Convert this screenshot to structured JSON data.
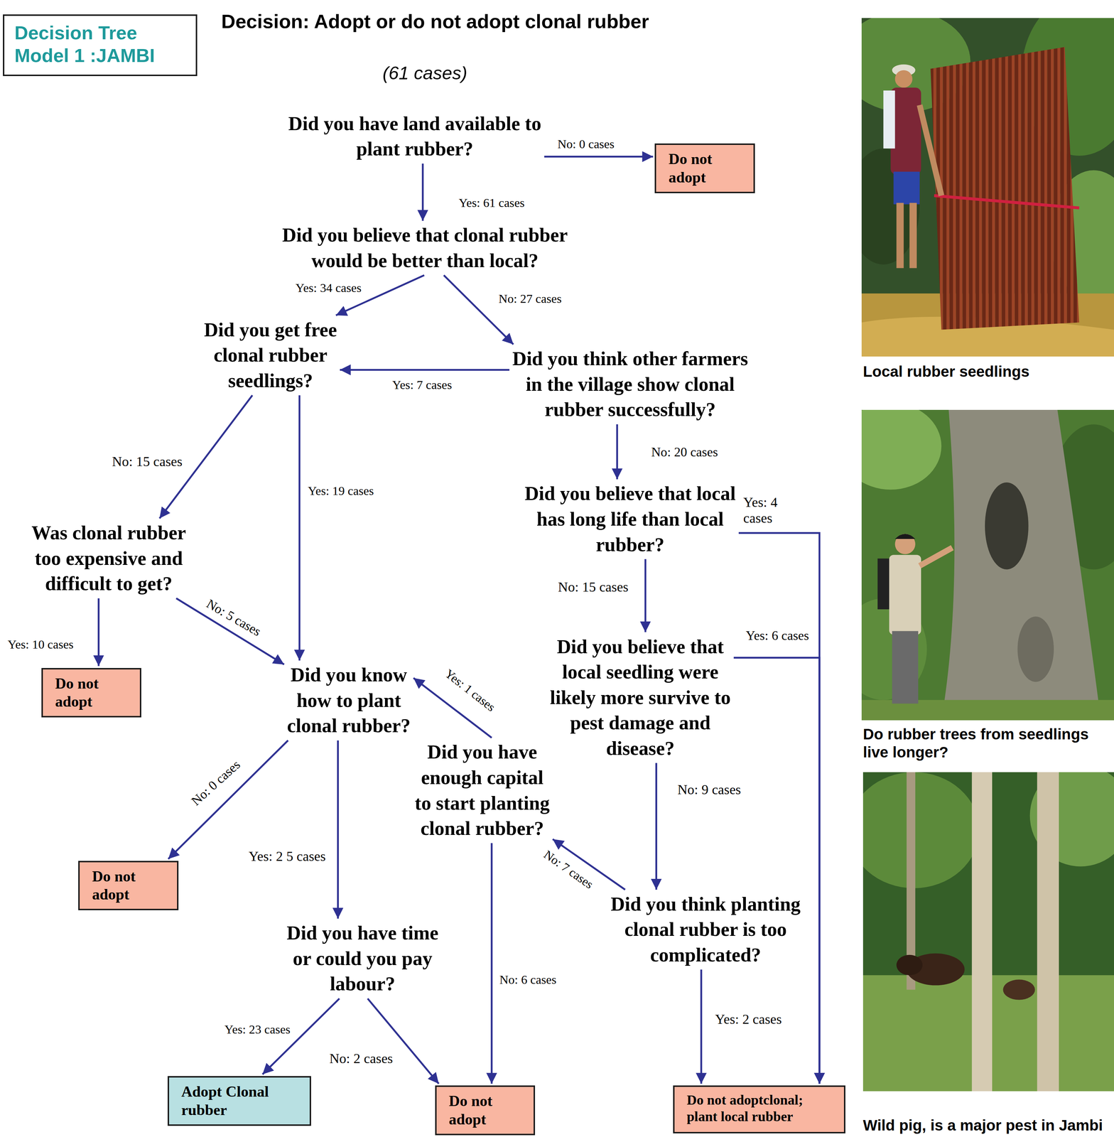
{
  "diagram": {
    "title": "Decision: Adopt or do not adopt clonal rubber",
    "nodes": [
      {
        "text": [
          "Decision Tree Model 1 :JAMBI"
        ]
      },
      {
        "text": [
          "Did you have land available to plant rubber?"
        ]
      },
      {
        "text": [
          "Do not adopt"
        ]
      },
      {
        "text": [
          "Did you believe that clonal rubber would be better than local?"
        ]
      },
      {
        "text": [
          "Did you get free clonal rubber seedlings?"
        ]
      },
      {
        "text": [
          "Did you think other farmers in the village show clonal rubber successfully?"
        ]
      },
      {
        "text": [
          "Was clonal rubber too expensive and difficult to get?"
        ]
      },
      {
        "text": [
          "Do not adopt"
        ]
      },
      {
        "text": [
          "Did you believe that local has long life than local rubber?"
        ]
      },
      {
        "text": [
          "Did you know how to plant clonal rubber?"
        ]
      },
      {
        "text": [
          "Did you believe that local seedling were likely more survive to pest damage and disease?"
        ]
      },
      {
        "text": [
          "Did you have enough capital to start planting clonal rubber?"
        ]
      },
      {
        "text": [
          "Do not adopt"
        ]
      },
      {
        "text": [
          "Did you think planting clonal rubber is too complicated?"
        ]
      },
      {
        "text": [
          "Did you have time or could you pay labour?"
        ]
      },
      {
        "text": [
          "Adopt Clonal rubber"
        ]
      },
      {
        "text": [
          "Do not adopt"
        ]
      },
      {
        "text": [
          "Do not adoptclonal; plant local rubber"
        ]
      }
    ],
    "edges": [
      {
        "from": 1,
        "to": 2,
        "label": "No: 0 cases",
        "arrow": "to"
      },
      {
        "from": 1,
        "to": 3,
        "label": "Yes: 61 cases",
        "arrow": "to"
      },
      {
        "from": 3,
        "to": 4,
        "label": "Yes: 34 cases",
        "arrow": "to"
      },
      {
        "from": 3,
        "to": 5,
        "label": "No: 27 cases",
        "arrow": "to"
      },
      {
        "from": 5,
        "to": 4,
        "label": "Yes: 7 cases",
        "arrow": "to"
      },
      {
        "from": 4,
        "to": 6,
        "label": "No: 15 cases",
        "arrow": "to"
      },
      {
        "from": 4,
        "to": 9,
        "label": "Yes: 19 cases",
        "arrow": "to"
      },
      {
        "from": 5,
        "to": 8,
        "label": "No: 20 cases",
        "arrow": "to"
      },
      {
        "from": 6,
        "to": 7,
        "label": "Yes: 10 cases",
        "arrow": "to"
      },
      {
        "from": 6,
        "to": 9,
        "label": "No: 5 cases",
        "arrow": "to"
      },
      {
        "from": 8,
        "to": 17,
        "label": "Yes: 4 cases",
        "arrow": "to"
      },
      {
        "from": 8,
        "to": 10,
        "label": "No: 15 cases",
        "arrow": "to"
      },
      {
        "from": 10,
        "to": 17,
        "label": "Yes: 6 cases",
        "arrow": "to"
      },
      {
        "from": 10,
        "to": 13,
        "label": "No: 9 cases",
        "arrow": "to"
      },
      {
        "from": 11,
        "to": 9,
        "label": "Yes: 1 cases",
        "arrow": "to"
      },
      {
        "from": 9,
        "to": 12,
        "label": "No: 0 cases",
        "arrow": "to"
      },
      {
        "from": 9,
        "to": 14,
        "label": "Yes: 2 5 cases",
        "arrow": "to"
      },
      {
        "from": 13,
        "to": 11,
        "label": "No: 7 cases",
        "arrow": "to"
      },
      {
        "from": 11,
        "to": 16,
        "label": "No: 6 cases",
        "arrow": "to"
      },
      {
        "from": 13,
        "to": 17,
        "label": "Yes: 2 cases",
        "arrow": "to"
      },
      {
        "from": 14,
        "to": 15,
        "label": "Yes: 23 cases",
        "arrow": "to"
      },
      {
        "from": 14,
        "to": 16,
        "label": "No: 2 cases",
        "arrow": "to"
      }
    ],
    "labels": [
      "(61 cases)",
      "Local rubber seedlings",
      "Do rubber trees from seedlings live longer?",
      "Wild pig, is a major pest in Jambi"
    ]
  }
}
